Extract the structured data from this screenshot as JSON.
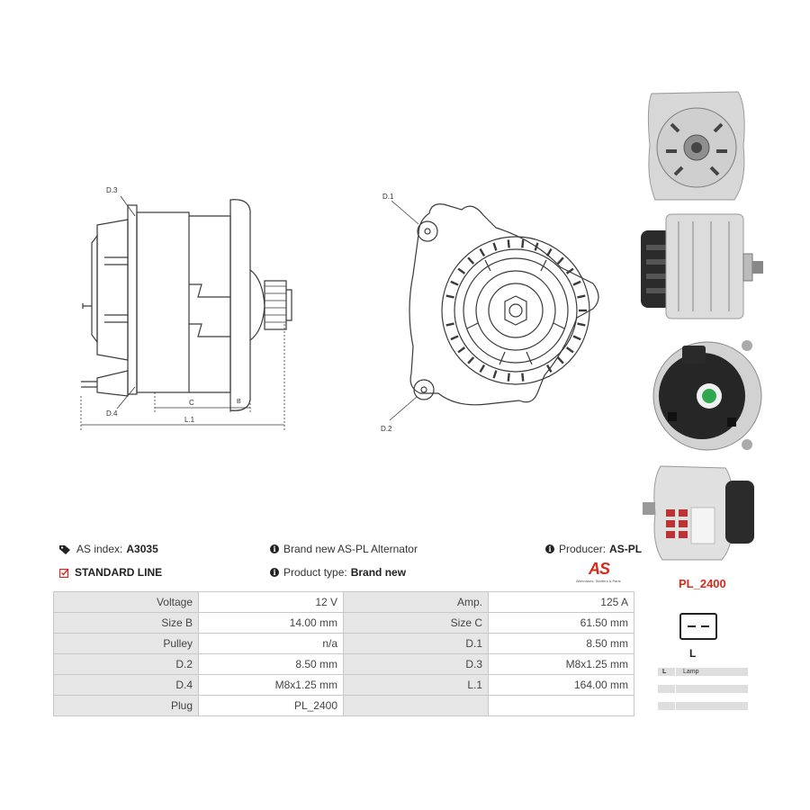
{
  "diagram": {
    "side_labels": {
      "d3": "D.3",
      "d4": "D.4",
      "c": "C",
      "b": "B",
      "l1": "L.1"
    },
    "front_labels": {
      "d1": "D.1",
      "d2": "D.2"
    }
  },
  "photos": [
    "alternator-front-photo",
    "alternator-side-photo",
    "alternator-rear-photo",
    "alternator-angle-photo"
  ],
  "info": {
    "as_index_label": "AS index:",
    "as_index_value": "A3035",
    "description": "Brand new AS-PL Alternator",
    "producer_label": "Producer:",
    "producer_value": "AS-PL",
    "line": "STANDARD LINE",
    "product_type_label": "Product type:",
    "product_type_value": "Brand new"
  },
  "logo": {
    "text": "AS",
    "tagline": "Alternators, Starters & Parts"
  },
  "spec_table": [
    [
      "Voltage",
      "12 V",
      "Amp.",
      "125 A"
    ],
    [
      "Size B",
      "14.00 mm",
      "Size C",
      "61.50 mm"
    ],
    [
      "Pulley",
      "n/a",
      "D.1",
      "8.50 mm"
    ],
    [
      "D.2",
      "8.50 mm",
      "D.3",
      "M8x1.25 mm"
    ],
    [
      "D.4",
      "M8x1.25 mm",
      "L.1",
      "164.00 mm"
    ],
    [
      "Plug",
      "PL_2400",
      "",
      ""
    ]
  ],
  "plug": {
    "code": "PL_2400",
    "pin_label": "L",
    "legend": [
      {
        "key": "L",
        "value": "Lamp"
      },
      {
        "key": "",
        "value": ""
      },
      {
        "key": "",
        "value": ""
      }
    ]
  },
  "colors": {
    "accent": "#d52b1e",
    "table_label_bg": "#e6e6e6",
    "border": "#c8c8c8"
  }
}
